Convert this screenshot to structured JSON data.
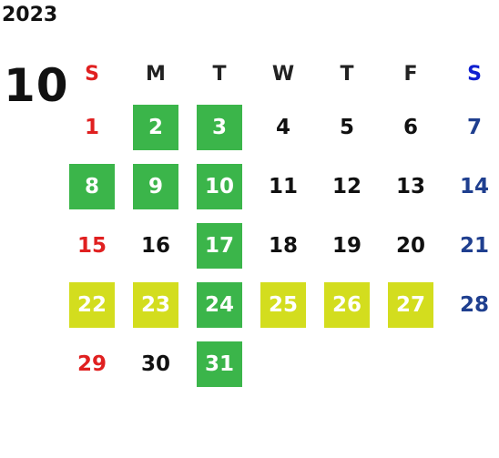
{
  "year": "2023",
  "month": "10",
  "weekdays": [
    {
      "label": "S",
      "kind": "sun"
    },
    {
      "label": "M",
      "kind": "wd"
    },
    {
      "label": "T",
      "kind": "wd"
    },
    {
      "label": "W",
      "kind": "wd"
    },
    {
      "label": "T",
      "kind": "wd"
    },
    {
      "label": "F",
      "kind": "wd"
    },
    {
      "label": "S",
      "kind": "sat"
    }
  ],
  "colors": {
    "sunday": "#e02020",
    "saturday": "#1f3f8f",
    "highlight_green": "#3bb54a",
    "highlight_yellow": "#d3dd1e"
  },
  "weeks": [
    [
      {
        "day": "1",
        "kind": "sun",
        "hl": ""
      },
      {
        "day": "2",
        "kind": "wd",
        "hl": "green"
      },
      {
        "day": "3",
        "kind": "wd",
        "hl": "green"
      },
      {
        "day": "4",
        "kind": "wd",
        "hl": ""
      },
      {
        "day": "5",
        "kind": "wd",
        "hl": ""
      },
      {
        "day": "6",
        "kind": "wd",
        "hl": ""
      },
      {
        "day": "7",
        "kind": "sat",
        "hl": ""
      }
    ],
    [
      {
        "day": "8",
        "kind": "sun",
        "hl": "green"
      },
      {
        "day": "9",
        "kind": "wd",
        "hl": "green"
      },
      {
        "day": "10",
        "kind": "wd",
        "hl": "green"
      },
      {
        "day": "11",
        "kind": "wd",
        "hl": ""
      },
      {
        "day": "12",
        "kind": "wd",
        "hl": ""
      },
      {
        "day": "13",
        "kind": "wd",
        "hl": ""
      },
      {
        "day": "14",
        "kind": "sat",
        "hl": ""
      }
    ],
    [
      {
        "day": "15",
        "kind": "sun",
        "hl": ""
      },
      {
        "day": "16",
        "kind": "wd",
        "hl": ""
      },
      {
        "day": "17",
        "kind": "wd",
        "hl": "green"
      },
      {
        "day": "18",
        "kind": "wd",
        "hl": ""
      },
      {
        "day": "19",
        "kind": "wd",
        "hl": ""
      },
      {
        "day": "20",
        "kind": "wd",
        "hl": ""
      },
      {
        "day": "21",
        "kind": "sat",
        "hl": ""
      }
    ],
    [
      {
        "day": "22",
        "kind": "sun",
        "hl": "yellow"
      },
      {
        "day": "23",
        "kind": "wd",
        "hl": "yellow"
      },
      {
        "day": "24",
        "kind": "wd",
        "hl": "green"
      },
      {
        "day": "25",
        "kind": "wd",
        "hl": "yellow"
      },
      {
        "day": "26",
        "kind": "wd",
        "hl": "yellow"
      },
      {
        "day": "27",
        "kind": "wd",
        "hl": "yellow"
      },
      {
        "day": "28",
        "kind": "sat",
        "hl": ""
      }
    ],
    [
      {
        "day": "29",
        "kind": "sun",
        "hl": ""
      },
      {
        "day": "30",
        "kind": "wd",
        "hl": ""
      },
      {
        "day": "31",
        "kind": "wd",
        "hl": "green"
      },
      {
        "day": "",
        "kind": "wd",
        "hl": ""
      },
      {
        "day": "",
        "kind": "wd",
        "hl": ""
      },
      {
        "day": "",
        "kind": "wd",
        "hl": ""
      },
      {
        "day": "",
        "kind": "sat",
        "hl": ""
      }
    ]
  ]
}
